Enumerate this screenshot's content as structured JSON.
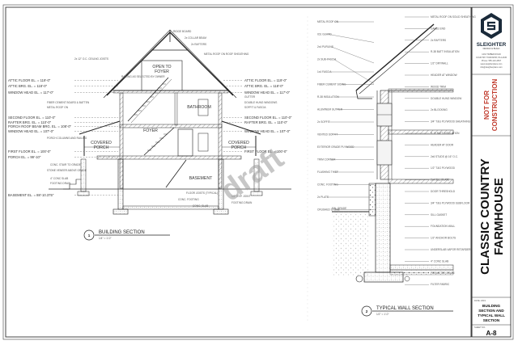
{
  "firm": {
    "name": "SLEIGHTER",
    "tagline": "DESIGN & BUILD",
    "contact": [
      "1234 TIMBER ROAD",
      "COUNTRY TOWNSHIP, PA 12345",
      "Phone: 555-123-4567",
      "www.sleighterplans.com",
      "info@sleighterplans.com"
    ]
  },
  "stamp": [
    "NOT FOR",
    "CONSTRUCTION"
  ],
  "project_title": "CLASSIC COUNTRY FARMHOUSE",
  "sheet": {
    "date_label": "DATE: 2019",
    "name": [
      "BUILDING",
      "SECTION AND",
      "TYPICAL WALL",
      "SECTION"
    ],
    "number_label": "SHEET NO.",
    "number": "A-8"
  },
  "watermark": "draft",
  "section1": {
    "marker": "1",
    "title": "BUILDING SECTION",
    "scale": "1/4\" = 1'-0\"",
    "rooms": {
      "open_foyer": [
        "OPEN TO",
        "FOYER"
      ],
      "bathroom": "BATHROOM",
      "foyer": "FOYER",
      "covered_porch_left": [
        "COVERED",
        "PORCH"
      ],
      "covered_porch_right": [
        "COVERED",
        "PORCH"
      ],
      "basement": "BASEMENT"
    },
    "levels": [
      "ATTIC FLOOR EL. = 119'-0\"",
      "ATTIC BRG. EL. = 118'-0\"",
      "WINDOW HEAD EL. = 117'-0\"",
      "SECOND FLOOR EL. = 110'-0\"",
      "RAFTER BRG. EL. = 110'-0\"",
      "PORCH ROOF BEAM BRG. EL. = 108'-0\"",
      "WINDOW HEAD EL. = 107'-0\"",
      "FIRST FLOOR EL. = 100'-0\"",
      "PORCH EL. = 99'-10\"",
      "BASEMENT EL. = 88'-10.375\""
    ],
    "right_levels": [
      "ATTIC FLOOR EL. = 119'-0\"",
      "ATTIC BRG. EL. = 118'-0\"",
      "WINDOW HEAD EL. = 117'-0\"",
      "SECOND FLOOR EL. = 110'-0\"",
      "RAFTER BRG. EL. = 110'-0\"",
      "WINDOW HEAD EL. = 107'-0\"",
      "FIRST FLOOR EL. = 100'-0\""
    ],
    "notes_top": [
      "RIDGE BOARD",
      "2x COLLAR BEAM",
      "2x RAFTERS",
      "METAL ROOF ON ROOF SHEATHING",
      "2x 12\" O.C. CEILING JOISTS",
      "RAILING AS SELECTED BY OWNER"
    ],
    "notes_left": [
      "FIBER CEMENT BOARD & BATTEN",
      "METAL ROOF ON",
      "PORCH COLUMNS AND RAILING",
      "CONC. STAIR TO GRADE",
      "STONE VENEER ABOVE GRADE",
      "4\" CONC SLAB",
      "FOOTING DRAIN"
    ],
    "notes_right": [
      "GUTTER",
      "DOUBLE HUNG WINDOWS",
      "SOFFIT & FASCIA",
      "FLOOR JOISTS (TYPICAL)",
      "1/2\" EXP. JOINT",
      "CONC. FOOTING",
      "CONC. SLAB",
      "FOOTING DRAIN"
    ]
  },
  "section2": {
    "marker": "2",
    "title": "TYPICAL WALL SECTION",
    "scale": "1/2\" = 1'-0\"",
    "grade_label": "FIN. GRADE",
    "notes_left": [
      "METAL ROOF ON",
      "ICE GUARD",
      "2x4 PURLINS",
      "2x SUB-FASCIA",
      "1x4 FASCIA",
      "FIBER CEMENT SIDING",
      "R-38 INSULATION",
      "ALUMINUM GUTTER",
      "2x SOFFIT",
      "VENTED SOFFIT",
      "EXTERIOR GRADE PLYWOOD",
      "TRIM CORNER",
      "FLASHING THIEF",
      "CONC. FOOTING",
      "2x PLATE",
      "CRUSHED STONE"
    ],
    "notes_right": [
      "METAL ROOF ON SOLID SHEATHING",
      "GABLE END",
      "2x RAFTERS",
      "R-38 BATT INSULATION",
      "1/2\" DRYWALL",
      "HEADER AT WINDOW",
      "WOOD TRIM",
      "DOUBLE HUNG WINDOW",
      "2x BLOCKING",
      "3/4\" T&G PLYWOOD SHEATHING",
      "R-19 BATT INSULATION",
      "HEADER AT DOOR",
      "2x6 STUDS @ 16\" O.C.",
      "1/2\" T&G PLYWOOD",
      "2x4 SILL PLATE",
      "DOOR THRESHOLD",
      "3/4\" T&G PLYWOOD SUBFLOOR",
      "SILL GASKET",
      "FOUNDATION WALL",
      "1/2\" ANCHOR BOLTS",
      "UNDERSLAB VAPOR RETARDER",
      "4\" CONC SLAB",
      "PERIMETER DRAIN",
      "FILTER FABRIC"
    ]
  },
  "colors": {
    "line": "#2b2b2b",
    "brand_dark": "#1a2a3a",
    "stamp_red": "#c0392b",
    "hatch": "#888888"
  }
}
